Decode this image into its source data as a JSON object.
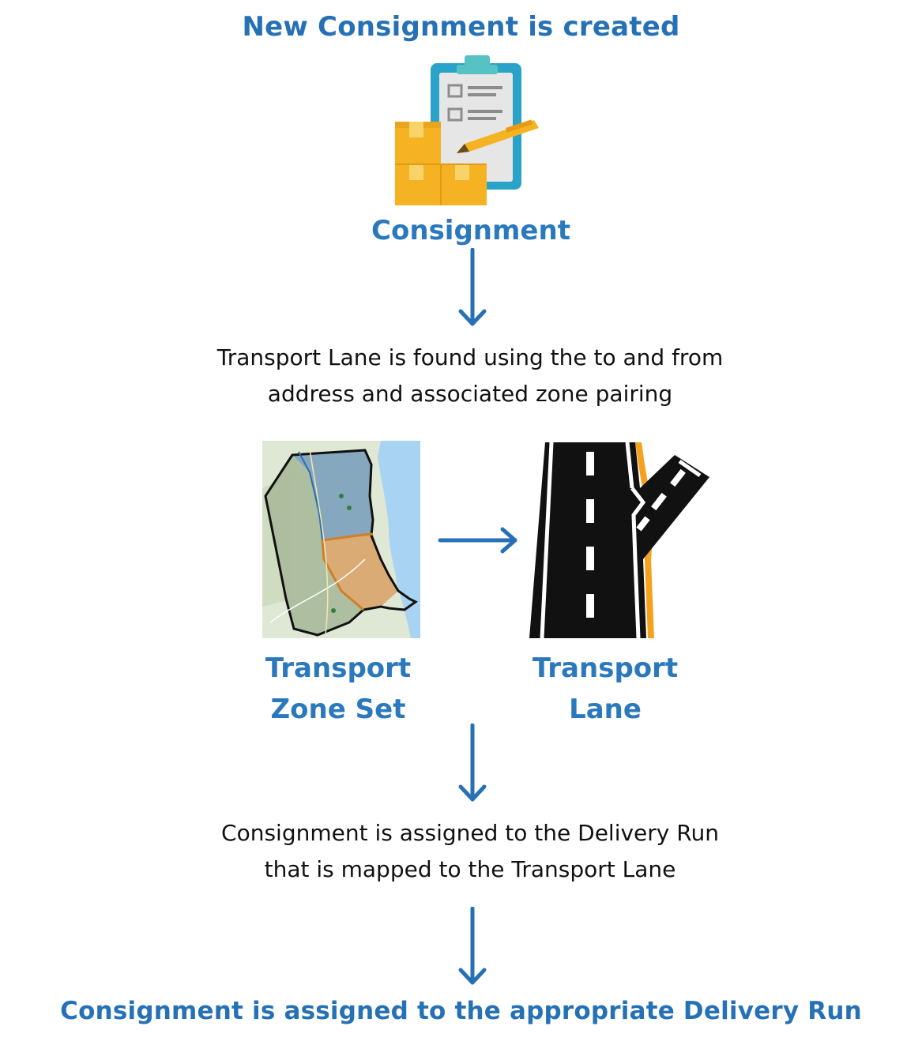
{
  "heading_top": "New Consignment is created",
  "consignment_label": "Consignment",
  "step1": {
    "line1": "Transport Lane is found using the to and from",
    "line2": "address and associated zone pairing"
  },
  "zone_set_label": {
    "line1": "Transport",
    "line2": "Zone Set"
  },
  "lane_label": {
    "line1": "Transport",
    "line2": "Lane"
  },
  "step2": {
    "line1": "Consignment is assigned to the Delivery Run",
    "line2": "that is mapped to the Transport Lane"
  },
  "heading_bottom": "Consignment is assigned to the appropriate Delivery Run",
  "colors": {
    "accent_blue": "#2671b6",
    "box_orange": "#f5b324",
    "clipboard_teal": "#2aa3c9",
    "zone_blue": "#6f97b8",
    "zone_orange": "#d9a064",
    "zone_green": "#a9b99a",
    "road_black": "#111111",
    "road_edge_orange": "#f4a21c"
  },
  "icons": [
    "consignment-clipboard-icon",
    "zone-map-icon",
    "road-fork-icon",
    "arrow-down-icon",
    "arrow-right-icon"
  ]
}
